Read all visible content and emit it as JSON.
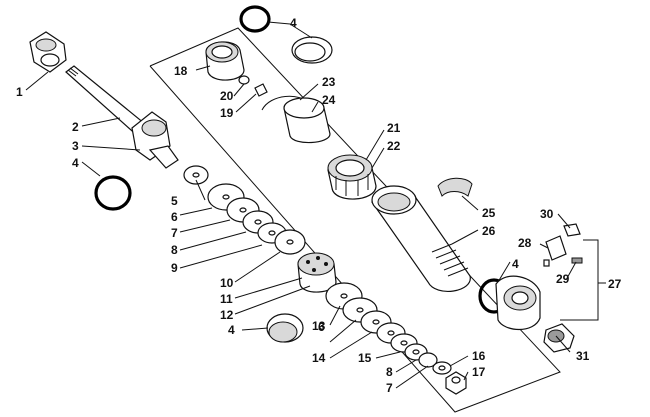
{
  "callouts": [
    {
      "id": "c1",
      "text": "1"
    },
    {
      "id": "c2",
      "text": "2"
    },
    {
      "id": "c3",
      "text": "3"
    },
    {
      "id": "c4a",
      "text": "4"
    },
    {
      "id": "c4b",
      "text": "4"
    },
    {
      "id": "c4c",
      "text": "4"
    },
    {
      "id": "c4d",
      "text": "4"
    },
    {
      "id": "c5",
      "text": "5"
    },
    {
      "id": "c6a",
      "text": "6"
    },
    {
      "id": "c6b",
      "text": "6"
    },
    {
      "id": "c7a",
      "text": "7"
    },
    {
      "id": "c7b",
      "text": "7"
    },
    {
      "id": "c8a",
      "text": "8"
    },
    {
      "id": "c8b",
      "text": "8"
    },
    {
      "id": "c9",
      "text": "9"
    },
    {
      "id": "c10",
      "text": "10"
    },
    {
      "id": "c11",
      "text": "11"
    },
    {
      "id": "c12",
      "text": "12"
    },
    {
      "id": "c13",
      "text": "13"
    },
    {
      "id": "c14",
      "text": "14"
    },
    {
      "id": "c15",
      "text": "15"
    },
    {
      "id": "c16",
      "text": "16"
    },
    {
      "id": "c17",
      "text": "17"
    },
    {
      "id": "c18",
      "text": "18"
    },
    {
      "id": "c19",
      "text": "19"
    },
    {
      "id": "c20",
      "text": "20"
    },
    {
      "id": "c21",
      "text": "21"
    },
    {
      "id": "c22",
      "text": "22"
    },
    {
      "id": "c23",
      "text": "23"
    },
    {
      "id": "c24",
      "text": "24"
    },
    {
      "id": "c25",
      "text": "25"
    },
    {
      "id": "c26",
      "text": "26"
    },
    {
      "id": "c27",
      "text": "27"
    },
    {
      "id": "c28",
      "text": "28"
    },
    {
      "id": "c29",
      "text": "29"
    },
    {
      "id": "c30",
      "text": "30"
    },
    {
      "id": "c31",
      "text": "31"
    }
  ]
}
